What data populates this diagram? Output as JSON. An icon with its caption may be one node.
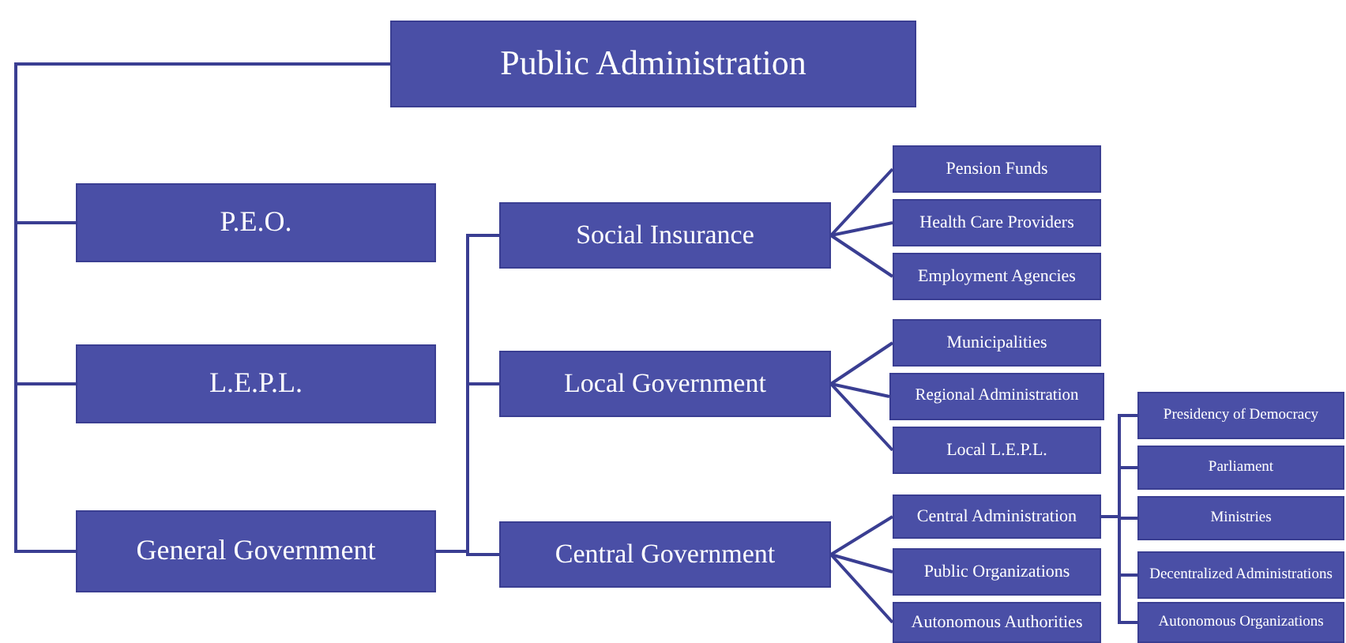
{
  "diagram": {
    "nodes": [
      {
        "text": [
          "Public Administration"
        ]
      },
      {
        "text": [
          "P.E.O."
        ]
      },
      {
        "text": [
          "L.E.P.L."
        ]
      },
      {
        "text": [
          "General Government"
        ]
      },
      {
        "text": [
          "Social Insurance"
        ]
      },
      {
        "text": [
          "Local Government"
        ]
      },
      {
        "text": [
          "Central Government"
        ]
      },
      {
        "text": [
          "Pension Funds"
        ]
      },
      {
        "text": [
          "Health Care Providers"
        ]
      },
      {
        "text": [
          "Employment Agencies"
        ]
      },
      {
        "text": [
          "Municipalities"
        ]
      },
      {
        "text": [
          "Regional Administration"
        ]
      },
      {
        "text": [
          "Local L.E.P.L."
        ]
      },
      {
        "text": [
          "Central Administration"
        ]
      },
      {
        "text": [
          "Public Organizations"
        ]
      },
      {
        "text": [
          "Autonomous Authorities"
        ]
      },
      {
        "text": [
          "Presidency of Democracy"
        ]
      },
      {
        "text": [
          "Parliament"
        ]
      },
      {
        "text": [
          "Ministries"
        ]
      },
      {
        "text": [
          "Decentralized Administrations"
        ]
      },
      {
        "text": [
          "Autonomous Organizations"
        ]
      }
    ],
    "edges": [
      {
        "from": 0,
        "to": 1,
        "arrow": "none"
      },
      {
        "from": 0,
        "to": 2,
        "arrow": "none"
      },
      {
        "from": 0,
        "to": 3,
        "arrow": "none"
      },
      {
        "from": 3,
        "to": 4,
        "arrow": "none"
      },
      {
        "from": 3,
        "to": 5,
        "arrow": "none"
      },
      {
        "from": 3,
        "to": 6,
        "arrow": "none"
      },
      {
        "from": 4,
        "to": 7,
        "arrow": "none"
      },
      {
        "from": 4,
        "to": 8,
        "arrow": "none"
      },
      {
        "from": 4,
        "to": 9,
        "arrow": "none"
      },
      {
        "from": 5,
        "to": 10,
        "arrow": "none"
      },
      {
        "from": 5,
        "to": 11,
        "arrow": "none"
      },
      {
        "from": 5,
        "to": 12,
        "arrow": "none"
      },
      {
        "from": 6,
        "to": 13,
        "arrow": "none"
      },
      {
        "from": 6,
        "to": 14,
        "arrow": "none"
      },
      {
        "from": 6,
        "to": 15,
        "arrow": "none"
      },
      {
        "from": 13,
        "to": 16,
        "arrow": "none"
      },
      {
        "from": 13,
        "to": 17,
        "arrow": "none"
      },
      {
        "from": 13,
        "to": 18,
        "arrow": "none"
      },
      {
        "from": 13,
        "to": 19,
        "arrow": "none"
      },
      {
        "from": 13,
        "to": 20,
        "arrow": "none"
      }
    ]
  }
}
